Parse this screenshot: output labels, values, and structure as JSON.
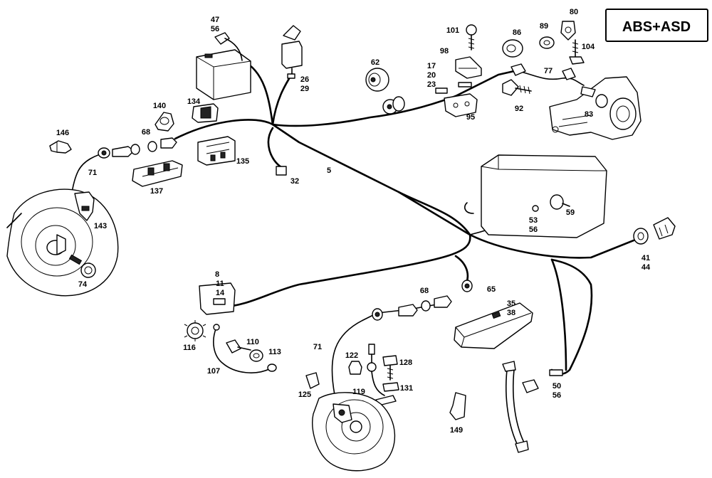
{
  "title": "ABS+ASD",
  "callouts": {
    "c47_56": [
      "47",
      "56"
    ],
    "c26_29": [
      "26",
      "29"
    ],
    "c101": "101",
    "c86": "86",
    "c89": "89",
    "c80": "80",
    "c104": "104",
    "c98": "98",
    "c62": "62",
    "c17_20_23": [
      "17",
      "20",
      "23"
    ],
    "c77": "77",
    "c92": "92",
    "c83": "83",
    "c95": "95",
    "c140": "140",
    "c134": "134",
    "c146": "146",
    "c68a": "68",
    "c71a": "71",
    "c135": "135",
    "c137": "137",
    "c5": "5",
    "c32": "32",
    "c143": "143",
    "c74": "74",
    "c59": "59",
    "c53_56": [
      "53",
      "56"
    ],
    "c41_44": [
      "41",
      "44"
    ],
    "c8_11_14": [
      "8",
      "11",
      "14"
    ],
    "c68b": "68",
    "c65": "65",
    "c35_38": [
      "35",
      "38"
    ],
    "c116": "116",
    "c110": "110",
    "c113": "113",
    "c107": "107",
    "c71b": "71",
    "c122": "122",
    "c128": "128",
    "c131": "131",
    "c119": "119",
    "c125": "125",
    "c50_56": [
      "50",
      "56"
    ],
    "c149": "149"
  }
}
